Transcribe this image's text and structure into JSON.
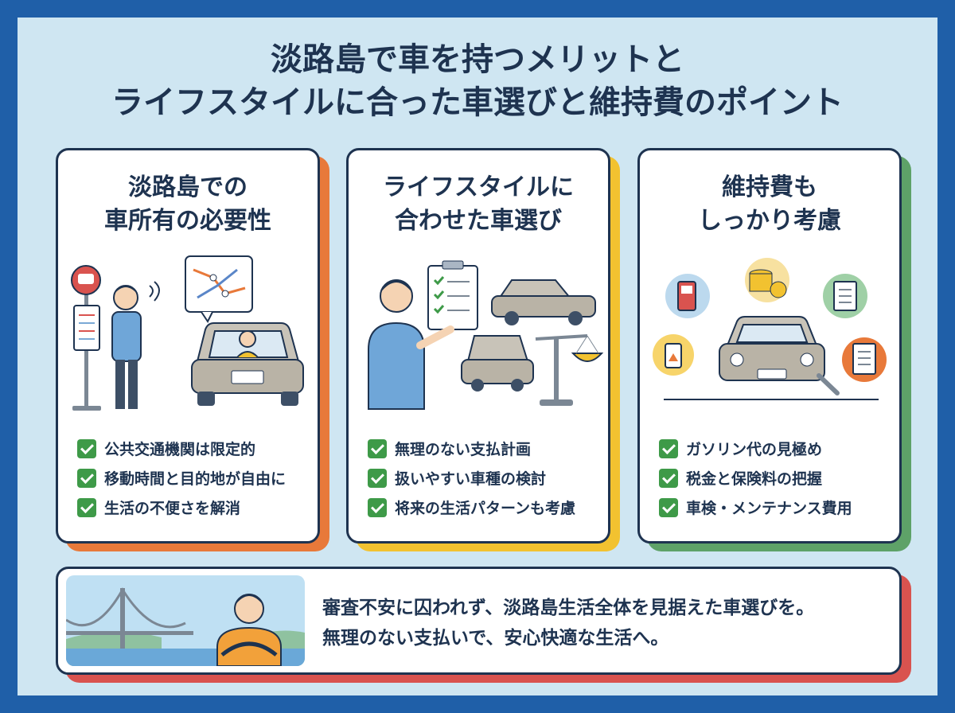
{
  "title": {
    "line1": "淡路島で車を持つメリットと",
    "line2": "ライフスタイルに合った車選びと維持費のポイント"
  },
  "cards": [
    {
      "title_line1": "淡路島での",
      "title_line2": "車所有の必要性",
      "accent": "#e8793a",
      "checks": [
        "公共交通機関は限定的",
        "移動時間と目的地が自由に",
        "生活の不便さを解消"
      ]
    },
    {
      "title_line1": "ライフスタイルに",
      "title_line2": "合わせた車選び",
      "accent": "#f2c230",
      "checks": [
        "無理のない支払計画",
        "扱いやすい車種の検討",
        "将来の生活パターンも考慮"
      ]
    },
    {
      "title_line1": "維持費も",
      "title_line2": "しっかり考慮",
      "accent": "#5ea268",
      "checks": [
        "ガソリン代の見極め",
        "税金と保険料の把握",
        "車検・メンテナンス費用"
      ]
    }
  ],
  "banner": {
    "line1": "審査不安に囚われず、淡路島生活全体を見据えた車選びを。",
    "line2": "無理のない支払いで、安心快適な生活へ。",
    "accent": "#d9534f"
  },
  "icons": [
    "bus-stop-icon",
    "map-bubble-icon",
    "checklist-icon",
    "balance-scale-icon",
    "fuel-pump-icon",
    "coins-icon",
    "document-icon",
    "wrench-icon",
    "check-icon",
    "bridge-icon"
  ]
}
